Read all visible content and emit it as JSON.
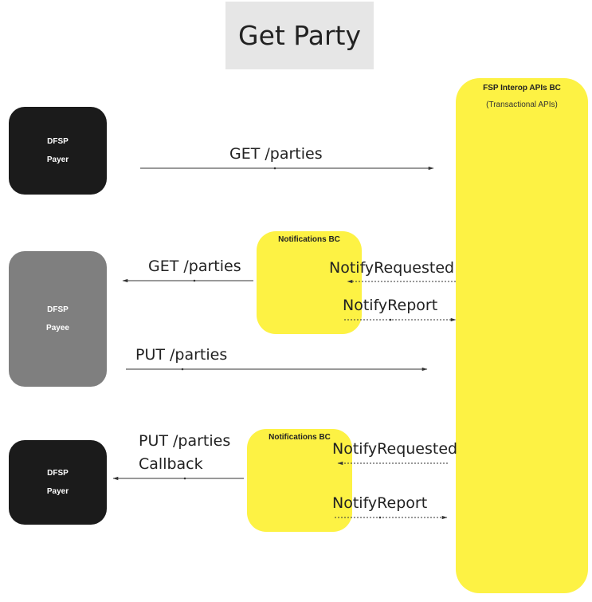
{
  "title": "Get Party",
  "actors": {
    "payer_top": {
      "line1": "DFSP",
      "line2": "Payer"
    },
    "payee": {
      "line1": "DFSP",
      "line2": "Payee"
    },
    "payer_bottom": {
      "line1": "DFSP",
      "line2": "Payer"
    }
  },
  "fsp_interop": {
    "name": "FSP Interop APIs BC",
    "subtitle": "(Transactional APIs)"
  },
  "notifications_top": {
    "name": "Notifications BC"
  },
  "notifications_bottom": {
    "name": "Notifications BC"
  },
  "messages": {
    "get_parties_request": "GET /parties",
    "get_parties_forward": "GET /parties",
    "notify_requested_1": "NotifyRequested",
    "notify_report_1": "NotifyReport",
    "put_parties": "PUT /parties",
    "put_parties_callback_line1": "PUT /parties",
    "put_parties_callback_line2": "Callback",
    "notify_requested_2": "NotifyRequested",
    "notify_report_2": "NotifyReport"
  },
  "colors": {
    "payer": "#1b1b1b",
    "payee": "#7f7f7f",
    "bounded_context": "#fdf244",
    "title_bg": "#e6e6e6"
  }
}
